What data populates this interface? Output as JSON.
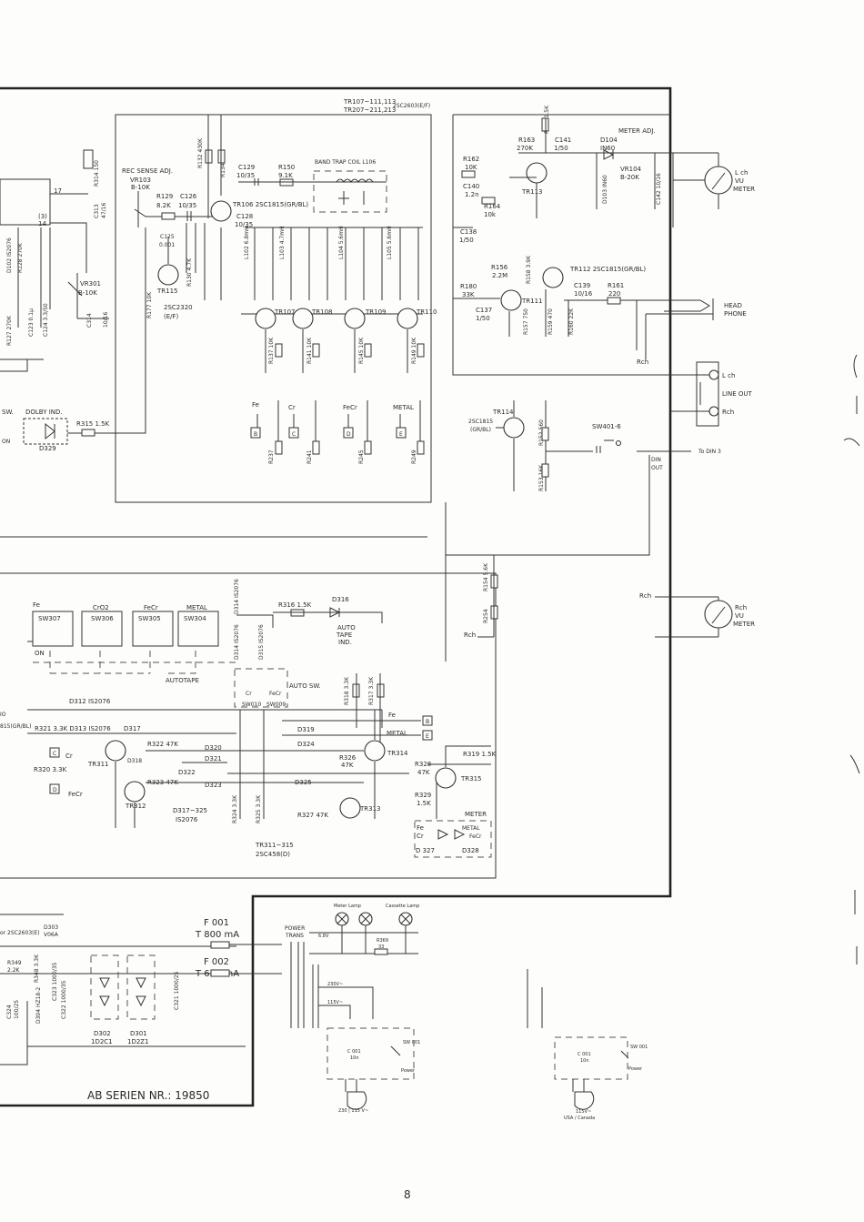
{
  "header": {
    "tr_list_1": "TR107~111,113",
    "tr_list_2": "TR207~211,213",
    "tr_type": "2SC2603(E/F)"
  },
  "meter_adj": "METER ADJ.",
  "l_meter": {
    "line1": "L ch",
    "line2": "VU",
    "line3": "METER"
  },
  "r_meter": {
    "line1": "Rch",
    "line2": "VU",
    "line3": "METER"
  },
  "headphone": {
    "line1": "HEAD",
    "line2": "PHONE"
  },
  "line_out": {
    "lch": "L ch",
    "label": "LINE OUT",
    "rch": "Rch"
  },
  "din": {
    "line1": "DIN",
    "line2": "OUT",
    "to": "To DIN 3"
  },
  "sw401": "SW401-6",
  "rch_labels": {
    "a": "Rch",
    "b": "Rch",
    "c": "Rch"
  },
  "rec_sense": {
    "line1": "REC SENSE ADJ.",
    "line2": "VR103",
    "line3": "B-10K"
  },
  "band_trap": "BAND TRAP COIL  L106",
  "tape_modes": {
    "fe": "Fe",
    "cr": "Cr",
    "fecr": "FeCr",
    "metal": "METAL"
  },
  "term_letters": {
    "b": "B",
    "c": "C",
    "d": "D",
    "e": "E"
  },
  "resistors_top": {
    "r237": "R237",
    "r241": "R241",
    "r245": "R245",
    "r249": "R249"
  },
  "transistors": {
    "tr106": "TR106 2SC1815(GR/BL)",
    "tr115": "TR115",
    "tr115_type": "2SC2320",
    "tr115_ef": "(E/F)",
    "tr107": "TR107",
    "tr108": "TR108",
    "tr109": "TR109",
    "tr110": "TR110",
    "tr111": "TR111",
    "tr112": "TR112 2SC1815(GR/BL)",
    "tr113": "TR113",
    "tr114": "TR114",
    "tr114_type": "2SC1815",
    "tr114_gr": "(GR/BL)"
  },
  "left_parts": {
    "vr301": "VR301",
    "vr301_val": "B-10K",
    "dolby": "DOLBY IND.",
    "r315": "R315 1.5K",
    "d329": "D329",
    "sw_label": "SW.",
    "on": "ON",
    "pin17": "17",
    "pin14": "14",
    "pin3": "(3)"
  },
  "switches": {
    "sw307": "SW307",
    "sw306": "SW306",
    "sw305": "SW305",
    "sw304": "SW304",
    "fe": "Fe",
    "cro2": "CrO2",
    "fecr": "FeCr",
    "metal": "METAL",
    "on": "ON"
  },
  "auto": {
    "autotape": "AUTOTAPE",
    "auto_sw": "AUTO SW.",
    "sw010": "SW010",
    "sw009": "SW009",
    "cr": "Cr",
    "fecr": "FeCr",
    "r316": "R316  1.5K",
    "d316": "D316",
    "auto_ind_1": "AUTO",
    "auto_ind_2": "TAPE",
    "auto_ind_3": "IND."
  },
  "lower_parts": {
    "d312": "D312  IS2076",
    "d313": "R321 3.3K  D313  IS2076",
    "d317": "D317",
    "r322": "R322 47K",
    "r323": "R323 47K",
    "d318": "D318",
    "d320": "D320",
    "d321": "D321",
    "d322": "D322",
    "d323": "D323",
    "d319": "D319",
    "d324": "D324",
    "d325": "D325",
    "r326": "R326",
    "r326v": "47K",
    "r327": "R327 47K",
    "r328": "R328",
    "r328v": "47K",
    "r329": "R329",
    "r329v": "1.5K",
    "r319": "R319 1.5K",
    "r320": "R320 3.3K",
    "tr311": "TR311",
    "tr312": "TR312",
    "tr313": "TR313",
    "tr314": "TR314",
    "tr315": "TR315",
    "fe": "Fe",
    "metal": "METAL",
    "cr": "Cr",
    "fecr": "FeCr",
    "diodes_1": "D317~325",
    "diodes_2": "IS2076",
    "tr_note_1": "TR311~315",
    "tr_note_2": "2SC458(D)",
    "meter": "METER",
    "m_fe": "Fe",
    "m_cr": "Cr",
    "m_metal": "METAL",
    "m_fecr": "FeCr",
    "d327": "D 327",
    "d328": "D328",
    "left_frag1": "IO",
    "left_frag2": "815(GR/BL)"
  },
  "power": {
    "f001": "F 001",
    "f001v": "T 800 mA",
    "f002": "F 002",
    "f002v": "T 630 mA",
    "trans_1": "POWER",
    "trans_2": "TRANS",
    "meter_lamp": "Meter Lamp",
    "cassette_lamp": "Cassette Lamp",
    "v68": "6.8V",
    "r369": "R369",
    "r369v": "33",
    "v230": "230V~",
    "v115": "115V~",
    "c001": "C 001",
    "c001v": "10n",
    "sw001": "SW 001",
    "power": "Power",
    "plug": "230 | 115 V~",
    "c001b": "C 001",
    "c001bv": "10n",
    "sw001b": "SW 001",
    "powerb": "Power",
    "plug_b1": "115V~",
    "plug_b2": "USA / Canada",
    "d302": "D302",
    "d302v": "1D2C1",
    "d301": "D301",
    "d301v": "1D2Z1",
    "d303": "D303",
    "d303v": "V06A",
    "c321": "C321 1000/25",
    "c322": "C322 1000/35",
    "c323": "C323 1000/35",
    "d304": "D304 HZ18-2",
    "r348": "R348 3.3K",
    "r349": "R349",
    "r349v": "2.2K",
    "c324": "C324",
    "c324v": "100/25",
    "tr_frag": "or 2SC2603(E)"
  },
  "serial": "AB  SERIEN NR.:  19850",
  "page_number": "8",
  "components": {
    "r165": "R165 1.5K",
    "r163": "R163",
    "r163v": "270K",
    "c141": "C141",
    "c141v": "1/50",
    "d104": "D104",
    "d104v": "IN60",
    "d103": "D103 IN60",
    "vr104": "VR104",
    "vr104v": "B-20K",
    "c142": "C142 10/16",
    "r162": "R162",
    "r162v": "10K",
    "c140": "C140",
    "c140v": "1.2n",
    "r164": "R164",
    "r164v": "10k",
    "c138": "C138",
    "c138v": "1/50",
    "r156": "R156",
    "r156v": "2.2M",
    "r158": "R158 3.9K",
    "r180": "R180",
    "r180v": "33K",
    "c137": "C137",
    "c137v": "1/50",
    "r157": "R157 750",
    "r159": "R159 470",
    "r160": "R160 22K",
    "c139": "C139",
    "c139v": "10/16",
    "r161": "R161",
    "r161v": "220",
    "r152": "R152 560",
    "r153": "R153 16K",
    "r154": "R154 5.6K",
    "r254": "R254",
    "r150": "R150",
    "r150v": "9.1K",
    "c129": "C129",
    "c129v": "10/35",
    "r132": "R132 430K",
    "r134": "R134 1.5K",
    "r129": "R129",
    "r129v": "8.2K",
    "c126": "C126",
    "c126v": "10/35",
    "c128": "C128",
    "c128v": "10/35",
    "c125": "C125",
    "c125v": "0.001",
    "r177": "R177 10K",
    "r130": "R130 4.7K",
    "r137": "R137 10K",
    "r141": "R141 10K",
    "r145": "R145 10K",
    "r149": "R149 10K",
    "l104": "L104 5.6mH",
    "l103": "L103 4.7mH",
    "l105": "L105 5.6mH",
    "l102": "L102 6.8mH",
    "r314": "R314 150",
    "c313": "C313",
    "c313v": "47/16",
    "c314": "C314",
    "c314v": "10/16",
    "r128": "R128 270K",
    "d102": "D102 IS2076",
    "c123": "C123 0.1μ",
    "c124": "C124 3.3/50",
    "r127": "R127 270K",
    "r318": "R318 3.3K",
    "r317": "R317 3.3K",
    "d314": "D314 IS2076",
    "d315": "D315 IS2076",
    "r324": "R324 3.3K",
    "r325": "R325 3.3K"
  }
}
